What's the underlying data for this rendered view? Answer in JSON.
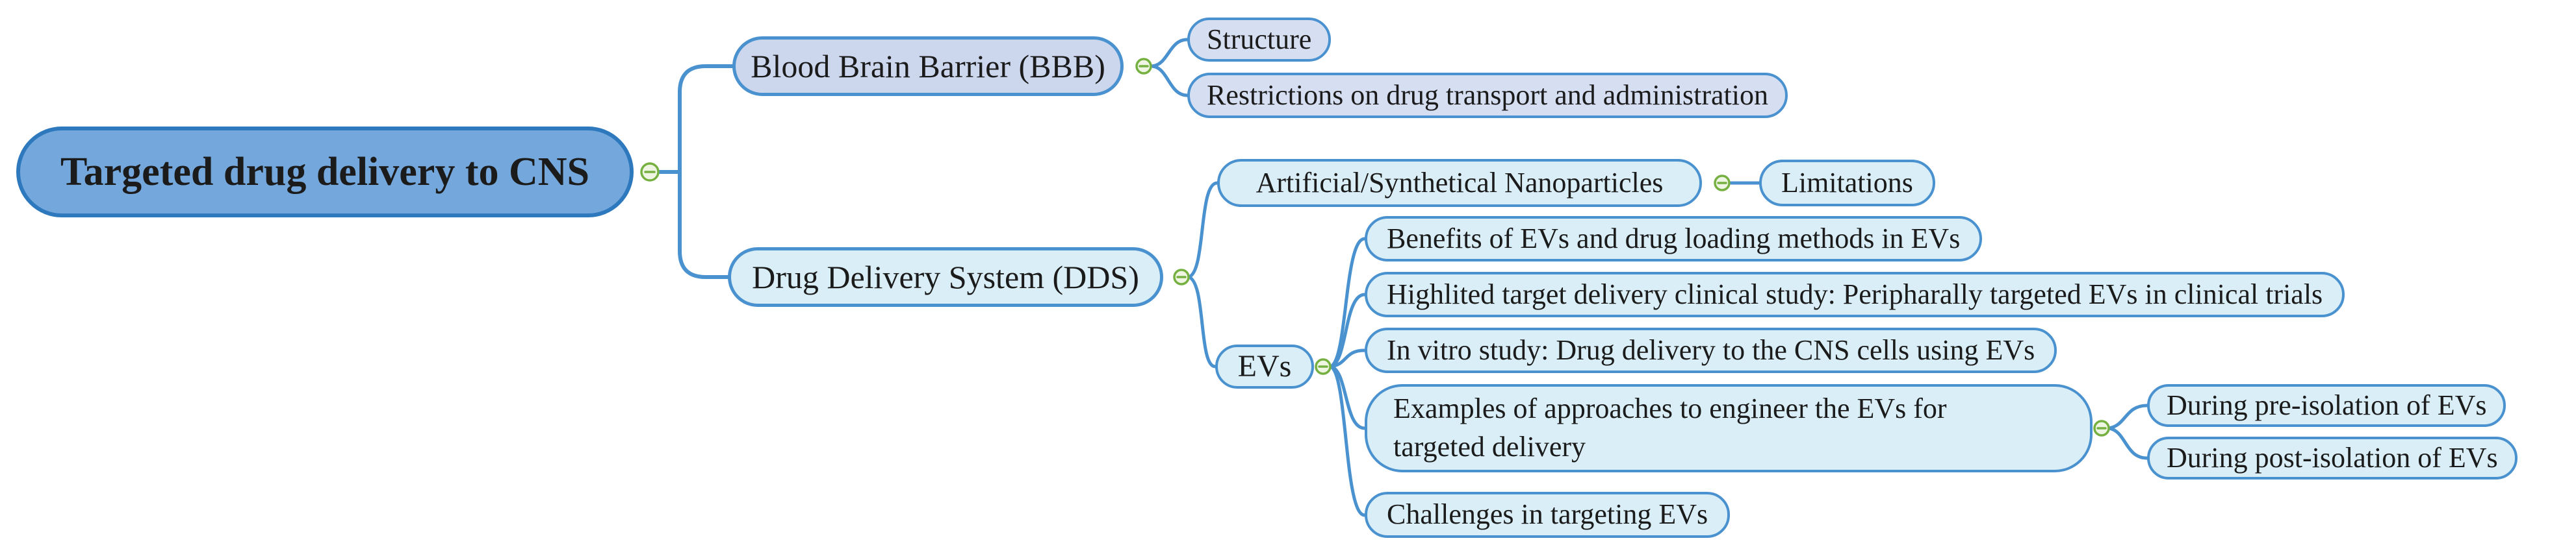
{
  "diagram": {
    "type": "mindmap",
    "title": "Targeted drug delivery to CNS mind map",
    "nodes": {
      "root": "Targeted drug delivery to CNS",
      "bbb": "Blood Brain Barrier (BBB)",
      "structure": "Structure",
      "restrictions": "Restrictions on drug transport and administration",
      "dds": "Drug Delivery System (DDS)",
      "nanoparticles": "Artificial/Synthetical Nanoparticles",
      "limitations": "Limitations",
      "evs": "EVs",
      "benefits": "Benefits of EVs and drug loading methods in EVs",
      "clinical": "Highlited target delivery clinical study: Peripharally targeted EVs in clinical trials",
      "invitro": "In vitro study: Drug delivery to the CNS cells using EVs",
      "examples": "Examples of approaches to engineer the EVs for targeted delivery",
      "pre_isolation": "During pre-isolation of EVs",
      "post_isolation": "During post-isolation of EVs",
      "challenges": "Challenges in targeting EVs"
    },
    "hierarchy": {
      "root": [
        "bbb",
        "dds"
      ],
      "bbb": [
        "structure",
        "restrictions"
      ],
      "dds": [
        "nanoparticles",
        "evs"
      ],
      "nanoparticles": [
        "limitations"
      ],
      "evs": [
        "benefits",
        "clinical",
        "invitro",
        "examples",
        "challenges"
      ],
      "examples": [
        "pre_isolation",
        "post_isolation"
      ]
    },
    "indicator_symbol": "minus",
    "colors": {
      "root_fill": "#74a7dc",
      "root_border": "#2e79bd",
      "branch_lavender_fill": "#ccd7ee",
      "leaf_lavender_fill": "#d6def2",
      "cyan_fill": "#d9eef6",
      "node_border": "#4a92cf",
      "connector": "#4a92cf",
      "indicator_border": "#76b041",
      "indicator_fill": "#eef6e3",
      "text": "#1b1b1b",
      "background": "#ffffff"
    }
  }
}
